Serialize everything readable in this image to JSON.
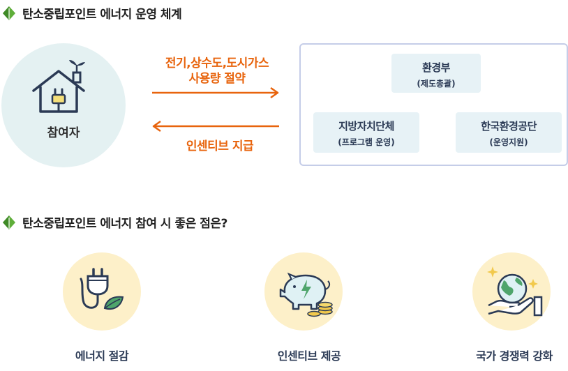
{
  "sections": {
    "operation_title": "탄소중립포인트 에너지 운영 체계",
    "benefits_title": "탄소중립포인트 에너지 참여 시 좋은 점은?"
  },
  "participant": {
    "label": "참여자"
  },
  "flows": {
    "saving_line1": "전기,상수도,도시가스",
    "saving_line2": "사용량 절약",
    "incentive": "인센티브 지급"
  },
  "agencies": {
    "ministry": {
      "name": "환경부",
      "role": "(제도총괄)"
    },
    "local_gov": {
      "name": "지방자치단체",
      "role": "(프로그램 운영)"
    },
    "keco": {
      "name": "한국환경공단",
      "role": "(운영지원)"
    }
  },
  "benefits": [
    {
      "label": "에너지 절감",
      "icon": "plug-leaf-icon"
    },
    {
      "label": "인센티브 제공",
      "icon": "piggy-bank-icon"
    },
    {
      "label": "국가 경쟁력 강화",
      "icon": "globe-hand-icon"
    }
  ],
  "colors": {
    "accent_orange": "#e8640d",
    "leaf_green": "#4a9a2c",
    "navy": "#2b3a55",
    "panel_border": "#c5cde8",
    "circle_teal": "#e4f1f2",
    "circle_yellow": "#fdf0c9"
  }
}
